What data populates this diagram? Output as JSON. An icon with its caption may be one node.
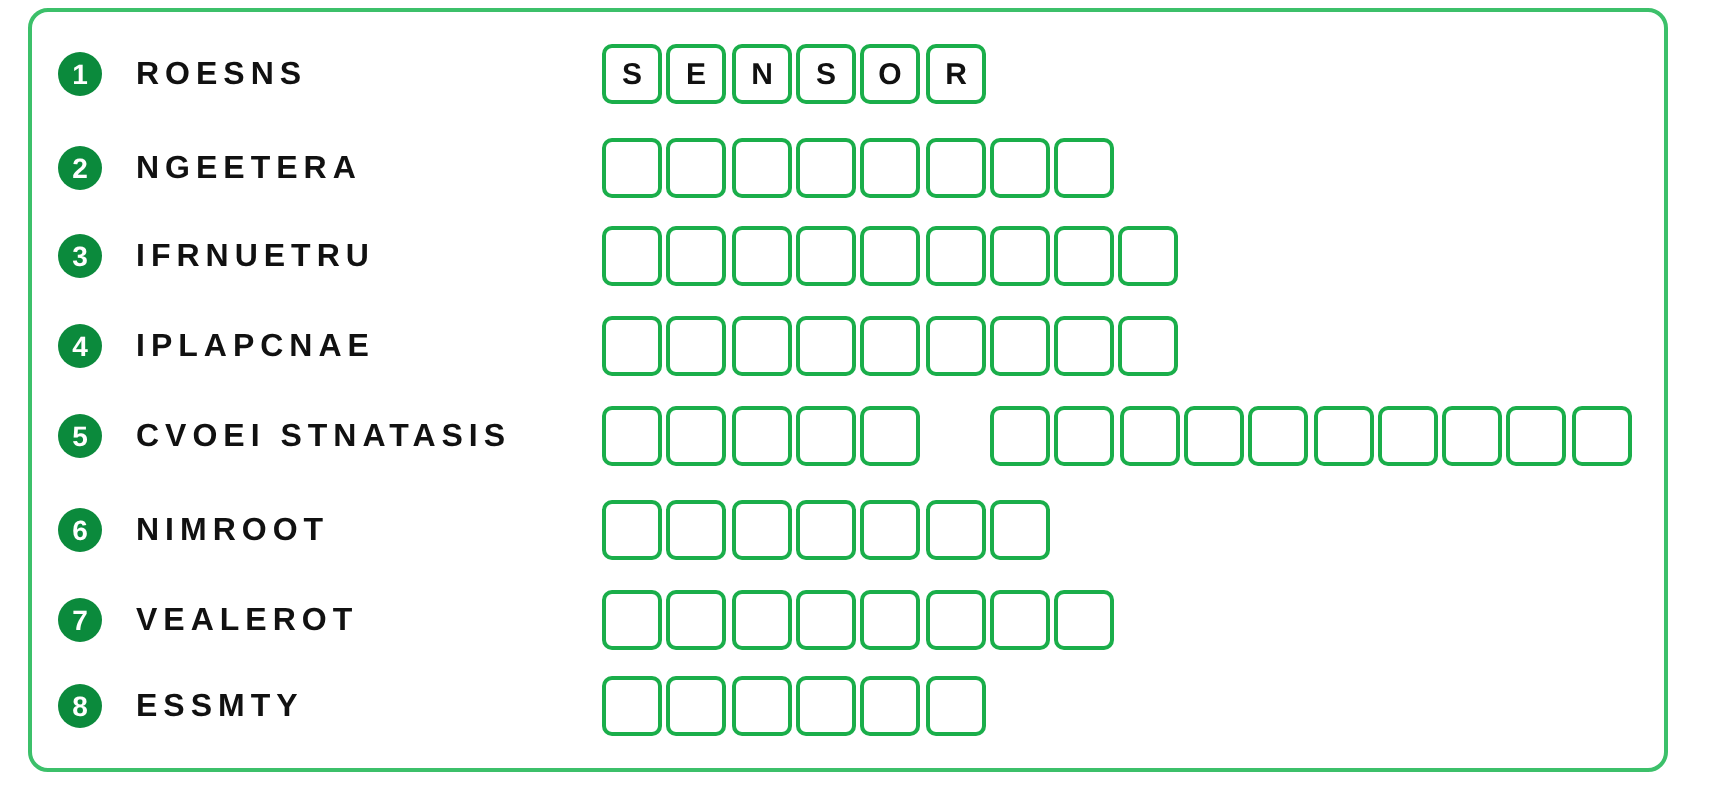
{
  "diagram": {
    "nodes": [
      {
        "text": [
          "1"
        ]
      },
      {
        "text": [
          "S"
        ]
      },
      {
        "text": [
          "E"
        ]
      },
      {
        "text": [
          "N"
        ]
      },
      {
        "text": [
          "S"
        ]
      },
      {
        "text": [
          "O"
        ]
      },
      {
        "text": [
          "R"
        ]
      },
      {
        "text": [
          "2"
        ]
      },
      {
        "text": [],
        "shape": "box"
      },
      {
        "text": [],
        "shape": "box"
      },
      {
        "text": [],
        "shape": "box"
      },
      {
        "text": [],
        "shape": "box"
      },
      {
        "text": [],
        "shape": "box"
      },
      {
        "text": [],
        "shape": "box"
      },
      {
        "text": [],
        "shape": "box"
      },
      {
        "text": [],
        "shape": "box"
      },
      {
        "text": [
          "3"
        ]
      },
      {
        "text": [],
        "shape": "box"
      },
      {
        "text": [],
        "shape": "box"
      },
      {
        "text": [],
        "shape": "box"
      },
      {
        "text": [],
        "shape": "box"
      },
      {
        "text": [],
        "shape": "box"
      },
      {
        "text": [],
        "shape": "box"
      },
      {
        "text": [],
        "shape": "box"
      },
      {
        "text": [],
        "shape": "box"
      },
      {
        "text": [],
        "shape": "box"
      },
      {
        "text": [
          "4"
        ]
      },
      {
        "text": [],
        "shape": "box"
      },
      {
        "text": [],
        "shape": "box"
      },
      {
        "text": [],
        "shape": "box"
      },
      {
        "text": [],
        "shape": "box"
      },
      {
        "text": [],
        "shape": "box"
      },
      {
        "text": [],
        "shape": "box"
      },
      {
        "text": [],
        "shape": "box"
      },
      {
        "text": [],
        "shape": "box"
      },
      {
        "text": [],
        "shape": "box"
      },
      {
        "text": [
          "5"
        ]
      },
      {
        "text": [],
        "shape": "box"
      },
      {
        "text": [],
        "shape": "box"
      },
      {
        "text": [],
        "shape": "box"
      },
      {
        "text": [],
        "shape": "box"
      },
      {
        "text": [],
        "shape": "box"
      },
      {
        "text": [],
        "shape": "box"
      },
      {
        "text": [],
        "shape": "box"
      },
      {
        "text": [],
        "shape": "box"
      },
      {
        "text": [],
        "shape": "box"
      },
      {
        "text": [],
        "shape": "box"
      },
      {
        "text": [],
        "shape": "box"
      },
      {
        "text": [],
        "shape": "box"
      },
      {
        "text": [],
        "shape": "box"
      },
      {
        "text": [],
        "shape": "box"
      },
      {
        "text": [],
        "shape": "box"
      },
      {
        "text": [
          "6"
        ]
      },
      {
        "text": [],
        "shape": "box"
      },
      {
        "text": [],
        "shape": "box"
      },
      {
        "text": [],
        "shape": "box"
      },
      {
        "text": [],
        "shape": "box"
      },
      {
        "text": [],
        "shape": "box"
      },
      {
        "text": [],
        "shape": "box"
      },
      {
        "text": [],
        "shape": "box"
      },
      {
        "text": [
          "7"
        ]
      },
      {
        "text": [],
        "shape": "box"
      },
      {
        "text": [],
        "shape": "box"
      },
      {
        "text": [],
        "shape": "box"
      },
      {
        "text": [],
        "shape": "box"
      },
      {
        "text": [],
        "shape": "box"
      },
      {
        "text": [],
        "shape": "box"
      },
      {
        "text": [],
        "shape": "box"
      },
      {
        "text": [],
        "shape": "box"
      },
      {
        "text": [
          "8"
        ]
      },
      {
        "text": [],
        "shape": "box"
      },
      {
        "text": [],
        "shape": "box"
      },
      {
        "text": [],
        "shape": "box"
      },
      {
        "text": [],
        "shape": "box"
      },
      {
        "text": [],
        "shape": "box"
      },
      {
        "text": [],
        "shape": "box"
      }
    ],
    "labels": [
      "ROESNS",
      "NGEETERA",
      "IFRNUETRU",
      "IPLAPCNAE",
      "CVOEI STNATASIS",
      "NIMROOT",
      "VEALEROT",
      "ESSMTY"
    ]
  }
}
